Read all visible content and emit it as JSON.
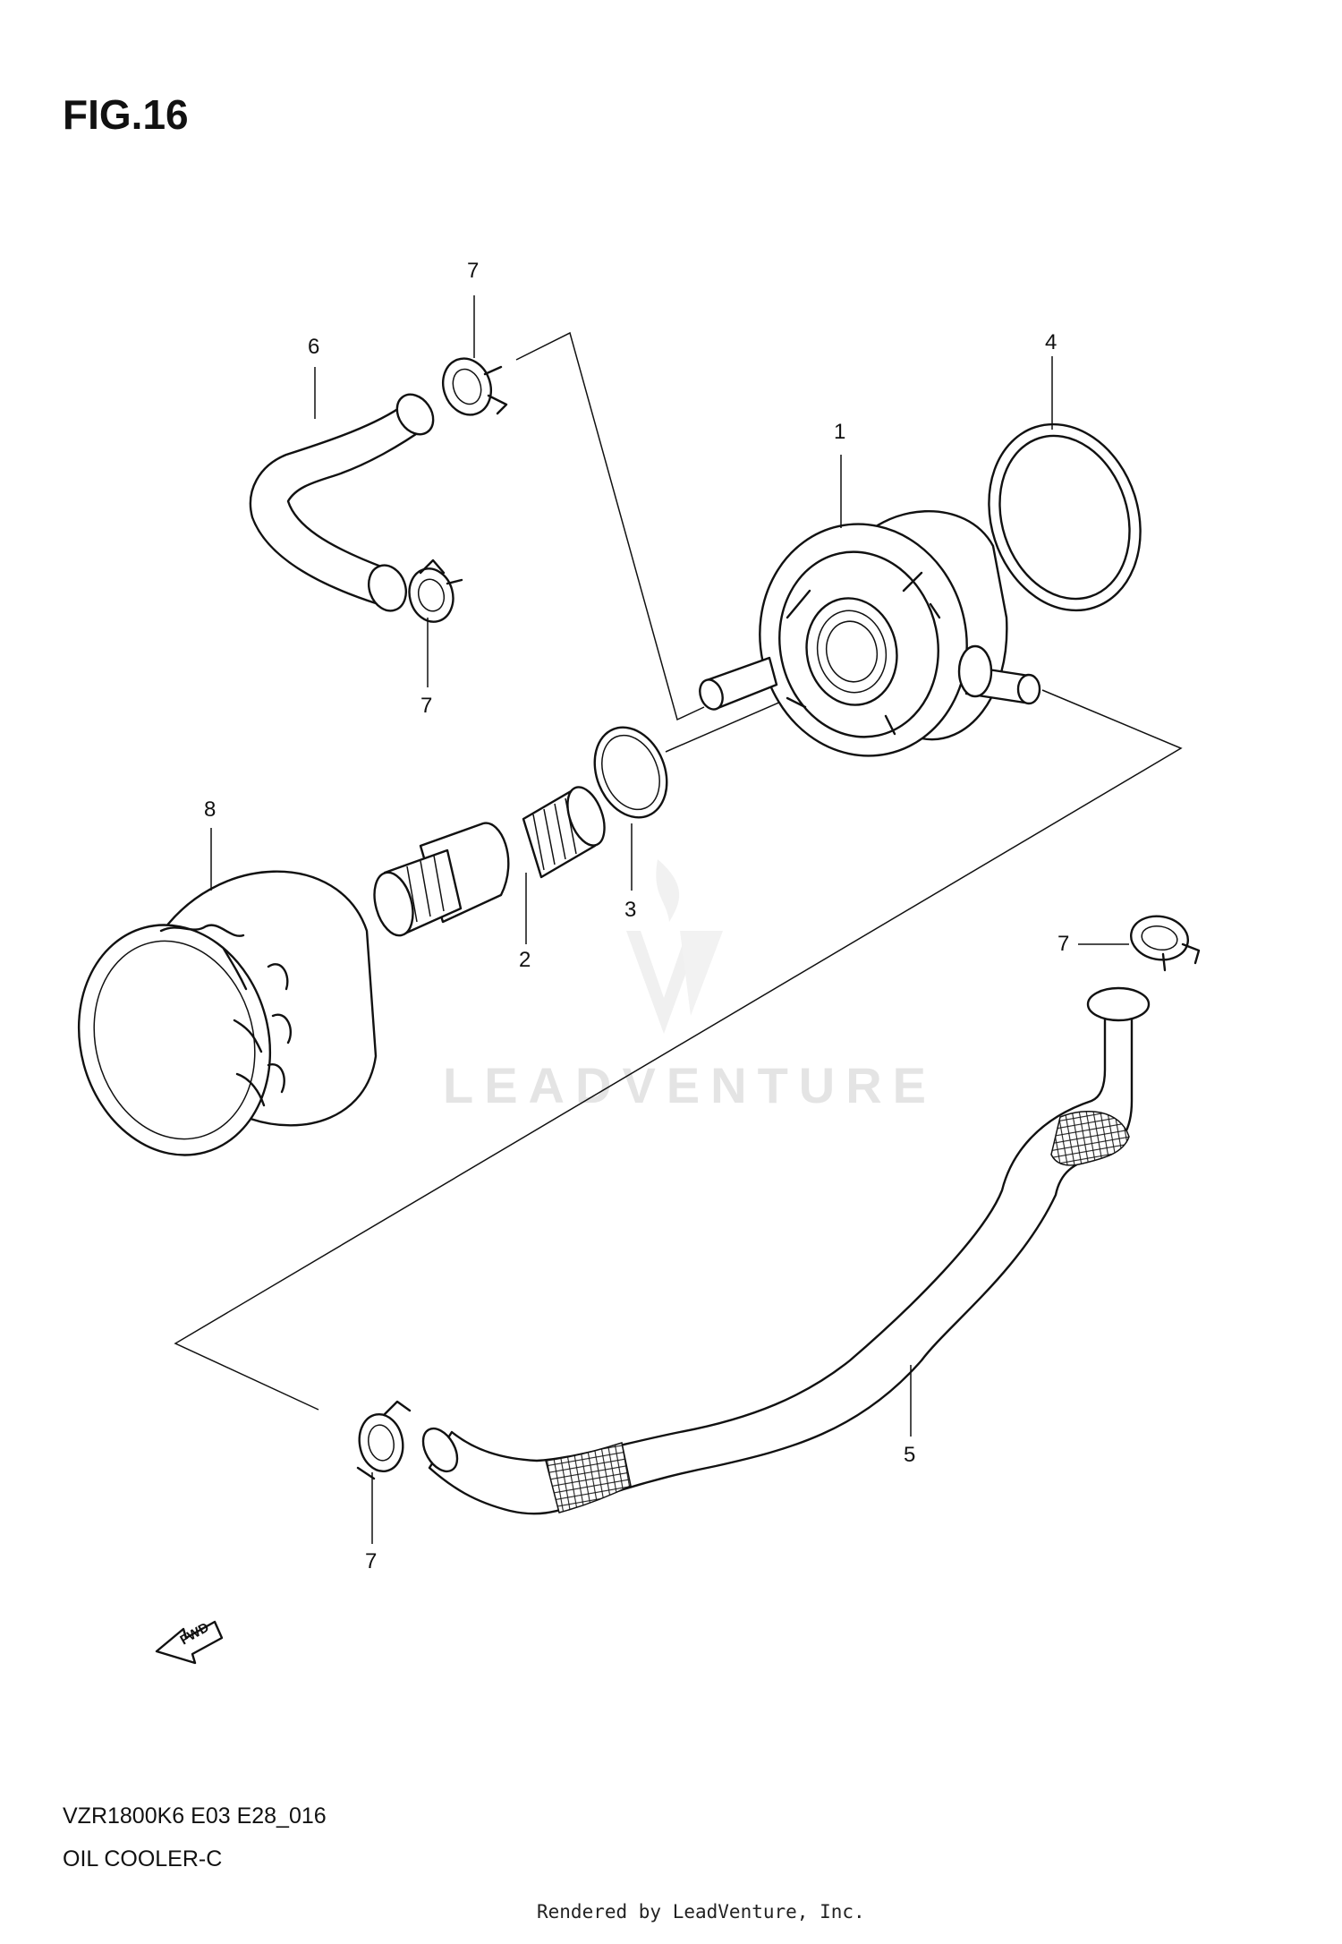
{
  "figure": {
    "title": "FIG.16",
    "footer_code": "VZR1800K6 E03 E28_016",
    "footer_name": "OIL COOLER-C",
    "rendered_by": "Rendered by LeadVenture, Inc.",
    "watermark": "LEADVENTURE",
    "fwd_label": "FWD"
  },
  "callouts": {
    "c1": "1",
    "c2": "2",
    "c3": "3",
    "c4": "4",
    "c5": "5",
    "c6": "6",
    "c7_top": "7",
    "c7_mid": "7",
    "c7_right": "7",
    "c7_bottom": "7",
    "c8": "8"
  },
  "colors": {
    "ink": "#111111",
    "watermark": "#e4e4e4"
  }
}
